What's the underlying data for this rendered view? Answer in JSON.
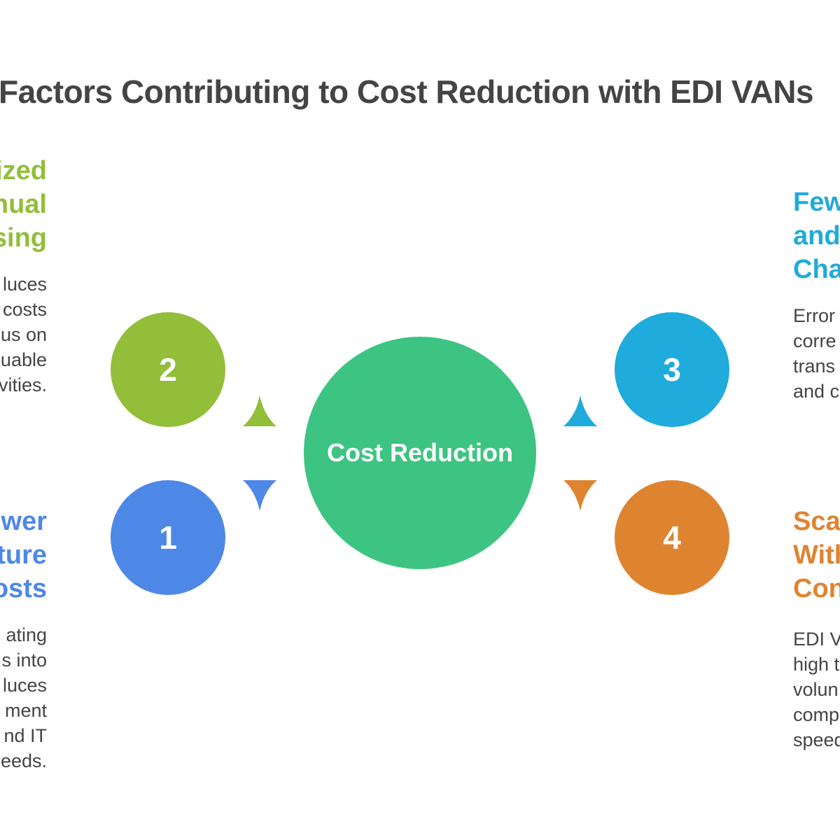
{
  "title": "Factors Contributing to Cost Reduction with EDI VANs",
  "center": {
    "label": "Cost Reduction",
    "color": "#3DC482"
  },
  "factors": [
    {
      "number": "1",
      "color": "#4E88E6",
      "heading": [
        "ower",
        "ture",
        "osts"
      ],
      "body": [
        "ating",
        "s into",
        "luces",
        "ment",
        "nd IT",
        "eeds."
      ]
    },
    {
      "number": "2",
      "color": "#92BE3A",
      "heading": [
        "ized",
        "nual",
        "sing"
      ],
      "body": [
        "luces",
        "costs",
        "us on",
        "uable",
        "vities."
      ]
    },
    {
      "number": "3",
      "color": "#1FABDB",
      "heading": [
        "Few",
        "and",
        "Cha"
      ],
      "body": [
        "Error",
        "corre",
        "trans",
        "and c"
      ]
    },
    {
      "number": "4",
      "color": "#DE8431",
      "heading": [
        "Sca",
        "With",
        "Con"
      ],
      "body": [
        "EDI V",
        "high t",
        "volun",
        "comp",
        "speed"
      ]
    }
  ]
}
